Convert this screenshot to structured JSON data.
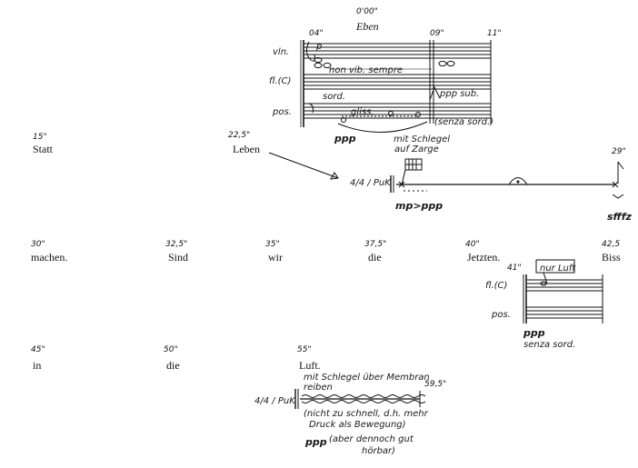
{
  "top_score": {
    "start_time": "0'00\"",
    "word": "Eben",
    "marks": [
      "04\"",
      "09\"",
      "11\""
    ],
    "instruments": [
      "vln.",
      "fl.(C)",
      "pos."
    ],
    "annotations": {
      "vln_text": "non vib. sempre",
      "fl_dyn": "ppp sub.",
      "sord": "sord.",
      "gliss": "gliss.",
      "pos_dyn": "ppp",
      "senza": "(senza sord.)",
      "vln_dyn": "p"
    }
  },
  "row1": {
    "statt": {
      "time": "15\"",
      "word": "Statt"
    },
    "leben": {
      "time": "22,5\"",
      "word": "Leben"
    },
    "perc": {
      "meter": "4/4 / PuK",
      "mallet_note": [
        "mit Schlegel",
        "auf Zarge"
      ],
      "fermata_time": "29\"",
      "dyn_start": "mp>ppp",
      "dyn_end": "sfffz"
    }
  },
  "row2": {
    "words": [
      {
        "time": "30\"",
        "word": "machen."
      },
      {
        "time": "32,5\"",
        "word": "Sind"
      },
      {
        "time": "35\"",
        "word": "wir"
      },
      {
        "time": "37,5\"",
        "word": "die"
      },
      {
        "time": "40\"",
        "word": "Jetzten."
      },
      {
        "time": "42,5",
        "word": "Biss"
      }
    ],
    "small_score": {
      "mark": "41\"",
      "box": "nur Luft",
      "instruments": [
        "fl.(C)",
        "pos."
      ],
      "dyn": "ppp",
      "senza": "senza sord."
    }
  },
  "row3": {
    "words": [
      {
        "time": "45\"",
        "word": "in"
      },
      {
        "time": "50\"",
        "word": "die"
      },
      {
        "time": "55\"",
        "word": "Luft."
      }
    ],
    "perc": {
      "meter": "4/4 / PuK",
      "note": [
        "mit Schlegel über Membran",
        "reiben"
      ],
      "end_time": "59,5\"",
      "paren": [
        "(nicht zu schnell, d.h. mehr",
        "Druck als Bewegung)"
      ],
      "dyn": "ppp",
      "dyn_note": [
        "(aber dennoch gut",
        "hörbar)"
      ]
    }
  }
}
